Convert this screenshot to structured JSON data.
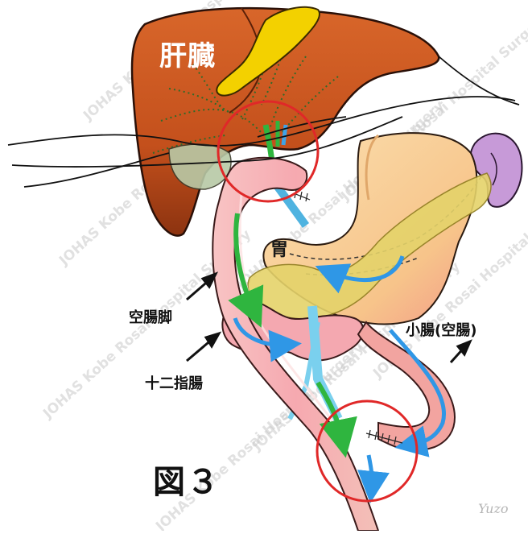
{
  "labels": {
    "liver": "肝臓",
    "stomach": "胃",
    "jejunal_limb": "空腸脚",
    "duodenum": "十二指腸",
    "small_intestine": "小腸(空腸)",
    "figure": "図３"
  },
  "watermark": "JOHAS Kobe Rosai Hospital Surgery",
  "signature": "Yuzo",
  "colors": {
    "liver": "#c8531f",
    "liver_dark": "#8a2f10",
    "gallbladder": "#f3d100",
    "stomach": "#f7c98a",
    "jejunum": "#f6b4b6",
    "pancreas": "#e5d36a",
    "spleen": "#c79ad8",
    "green_arrow": "#2fb53f",
    "blue_arrow": "#2f97e6",
    "highlight_circle": "#e02828"
  }
}
